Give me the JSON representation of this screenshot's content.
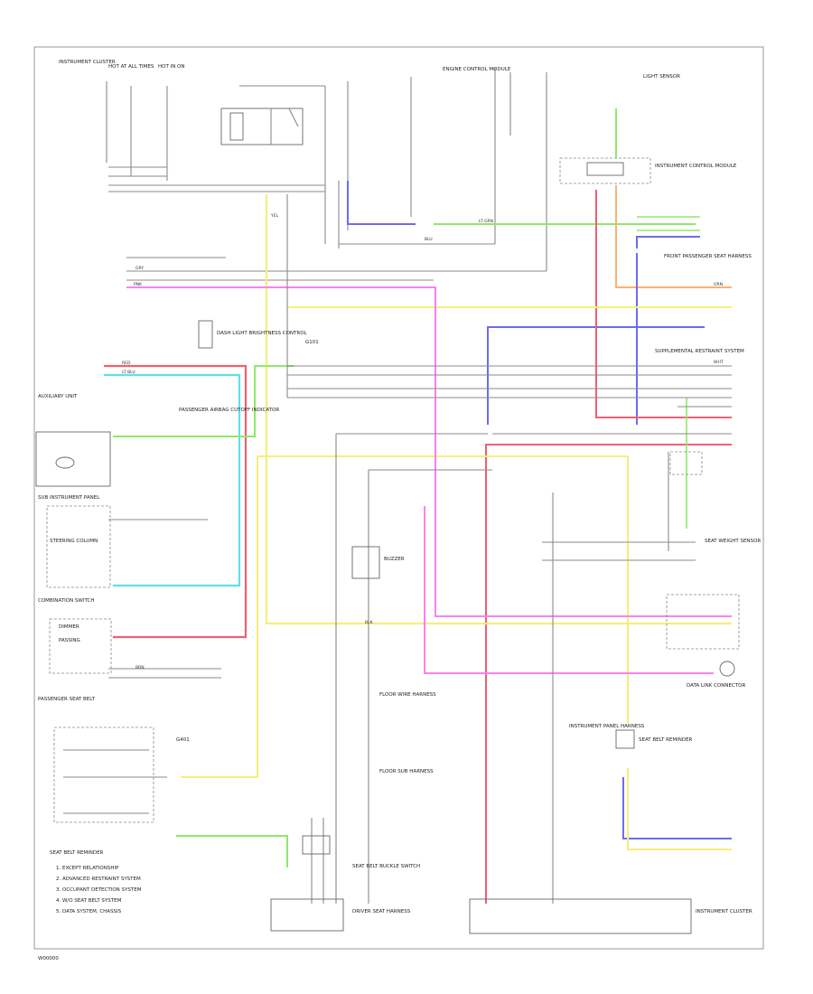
{
  "diagram": {
    "colors": {
      "red": "#f06070",
      "cyan": "#5ee0ea",
      "yellow": "#f4f07a",
      "green": "#8fe86a",
      "pink": "#ff80f0",
      "blue": "#6c6cf0",
      "orange": "#ffb070",
      "gray": "#8a8a8a",
      "dark": "#555555"
    },
    "labels": {
      "instrument_cluster_top": "INSTRUMENT CLUSTER",
      "hot_at_all_times": "HOT AT ALL TIMES",
      "hot_in_on": "HOT IN ON",
      "engine_control_module": "ENGINE CONTROL MODULE",
      "light_sensor": "LIGHT SENSOR",
      "instrument_control_module": "INSTRUMENT CONTROL MODULE",
      "front_passenger_seat_harness": "FRONT PASSENGER SEAT HARNESS",
      "supplemental_restraint_system": "SUPPLEMENTAL RESTRAINT SYSTEM",
      "auxiliary_unit": "AUXILIARY UNIT",
      "sub_instrument_panel": "SUB INSTRUMENT PANEL",
      "steering_column": "STEERING COLUMN",
      "combination_switch": "COMBINATION SWITCH",
      "dimmer": "DIMMER",
      "passing": "PASSING",
      "dash_light_brightness": "DASH LIGHT BRIGHTNESS CONTROL",
      "passenger_airbag_cutoff": "PASSENGER AIRBAG CUTOFF INDICATOR",
      "g101": "G101",
      "g401": "G401",
      "floor_wire_harness": "FLOOR WIRE HARNESS",
      "floor_sub_harness": "FLOOR SUB HARNESS",
      "driver_seat_harness": "DRIVER SEAT HARNESS",
      "seat_belt_buckle_switch": "SEAT BELT BUCKLE SWITCH",
      "seat_weight_sensor": "SEAT WEIGHT SENSOR",
      "passenger_seat_belt": "PASSENGER SEAT BELT",
      "instrument_panel_harness": "INSTRUMENT PANEL HARNESS",
      "buzzer": "BUZZER",
      "data_link_connector": "DATA LINK CONNECTOR",
      "seat_belt_reminder": "SEAT BELT REMINDER",
      "page_code": "W00000"
    },
    "wire_codes": {
      "red": "RED",
      "light_blue": "LT BLU",
      "yellow": "YEL",
      "light_green": "LT GRN",
      "pink": "PNK",
      "blue": "BLU",
      "orange": "ORN",
      "gray": "GRY",
      "black": "BLK",
      "white": "WHT",
      "brown": "BRN"
    },
    "legend": {
      "title": "SEAT BELT REMINDER",
      "items": [
        "1. EXCEPT RELATIONSHIP",
        "2. ADVANCED RESTRAINT SYSTEM",
        "3. OCCUPANT DETECTION SYSTEM",
        "4. W/O SEAT BELT SYSTEM",
        "5. DATA SYSTEM, CHASSIS"
      ]
    }
  }
}
